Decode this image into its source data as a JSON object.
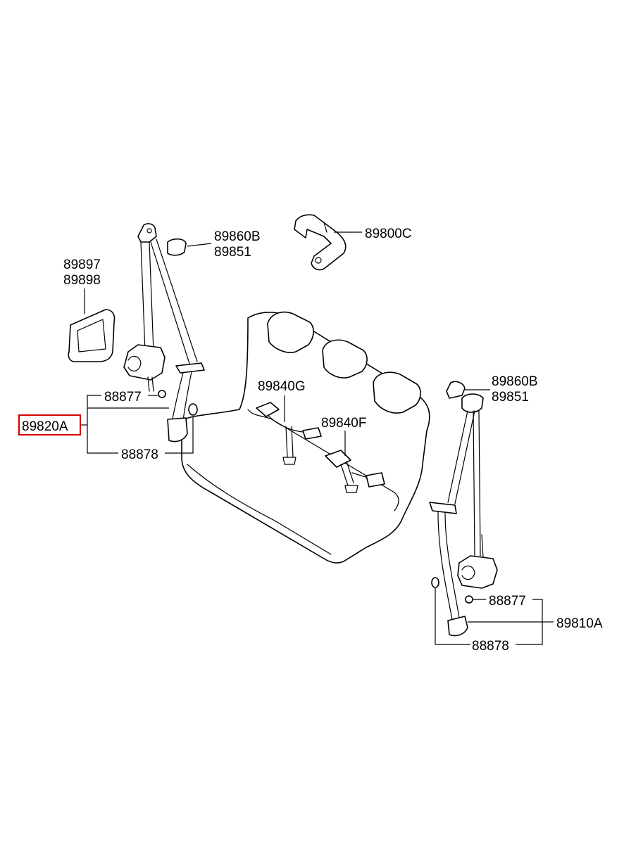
{
  "labels": {
    "p89860B_left": "89860B",
    "p89851_left": "89851",
    "p89800C": "89800C",
    "p89897": "89897",
    "p89898": "89898",
    "p89840G": "89840G",
    "p89840F": "89840F",
    "p88877_left": "88877",
    "p89820A": "89820A",
    "p88878_left": "88878",
    "p89860B_right": "89860B",
    "p89851_right": "89851",
    "p88877_right": "88877",
    "p89810A": "89810A",
    "p88878_right": "88878"
  },
  "highlight": {
    "part": "89820A",
    "color": "#d40000"
  }
}
